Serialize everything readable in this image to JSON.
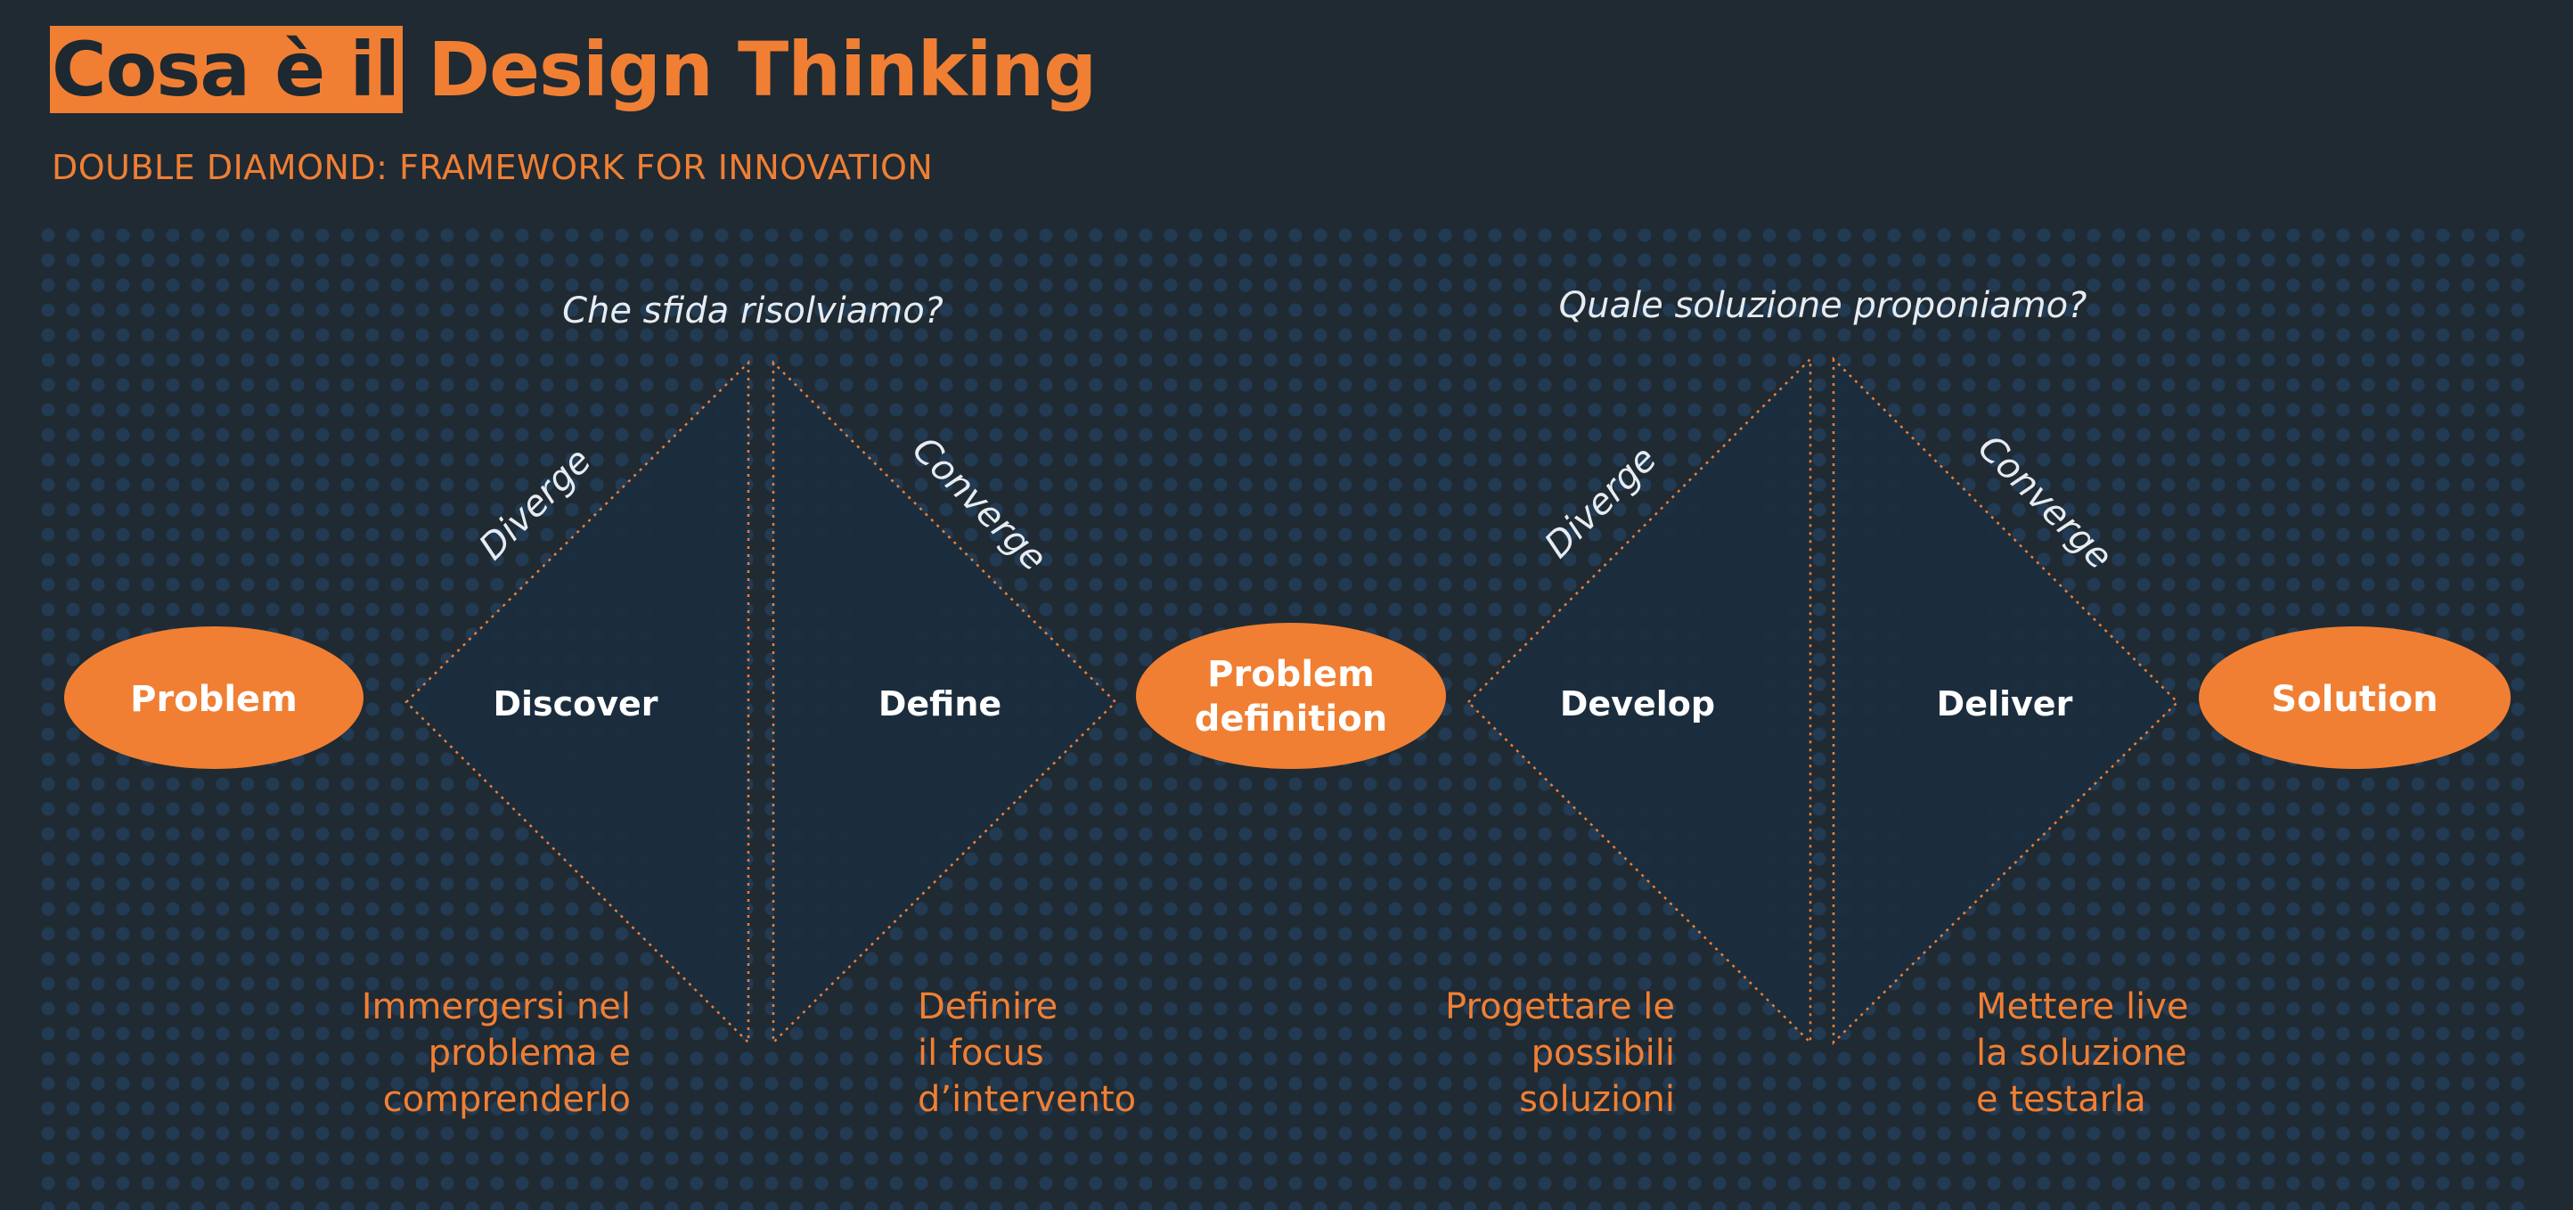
{
  "title": {
    "highlight": "Cosa è il",
    "rest": "Design Thinking"
  },
  "subtitle": "DOUBLE DIAMOND: FRAMEWORK FOR INNOVATION",
  "questions": {
    "first": "Che sfida risolviamo?",
    "second": "Quale soluzione proponiamo?"
  },
  "edge_labels": {
    "diverge_1": "Diverge",
    "converge_1": "Converge",
    "diverge_2": "Diverge",
    "converge_2": "Converge"
  },
  "nodes": {
    "problem": "Problem",
    "problem_definition_line1": "Problem",
    "problem_definition_line2": "definition",
    "solution": "Solution"
  },
  "phases": {
    "discover": "Discover",
    "define": "Define",
    "develop": "Develop",
    "deliver": "Deliver"
  },
  "descriptions": {
    "discover": [
      "Immergersi nel",
      "problema e",
      "comprenderlo"
    ],
    "define": [
      "Definire",
      "il focus",
      "d’intervento"
    ],
    "develop": [
      "Progettare le",
      "possibili",
      "soluzioni"
    ],
    "deliver": [
      "Mettere live",
      "la soluzione",
      "e testarla"
    ]
  },
  "colors": {
    "background": "#202a33",
    "accent": "#f07f33",
    "diamond_fill": "#1b2d3e",
    "text_light": "#e6ecf2",
    "dot": "#24486c"
  }
}
